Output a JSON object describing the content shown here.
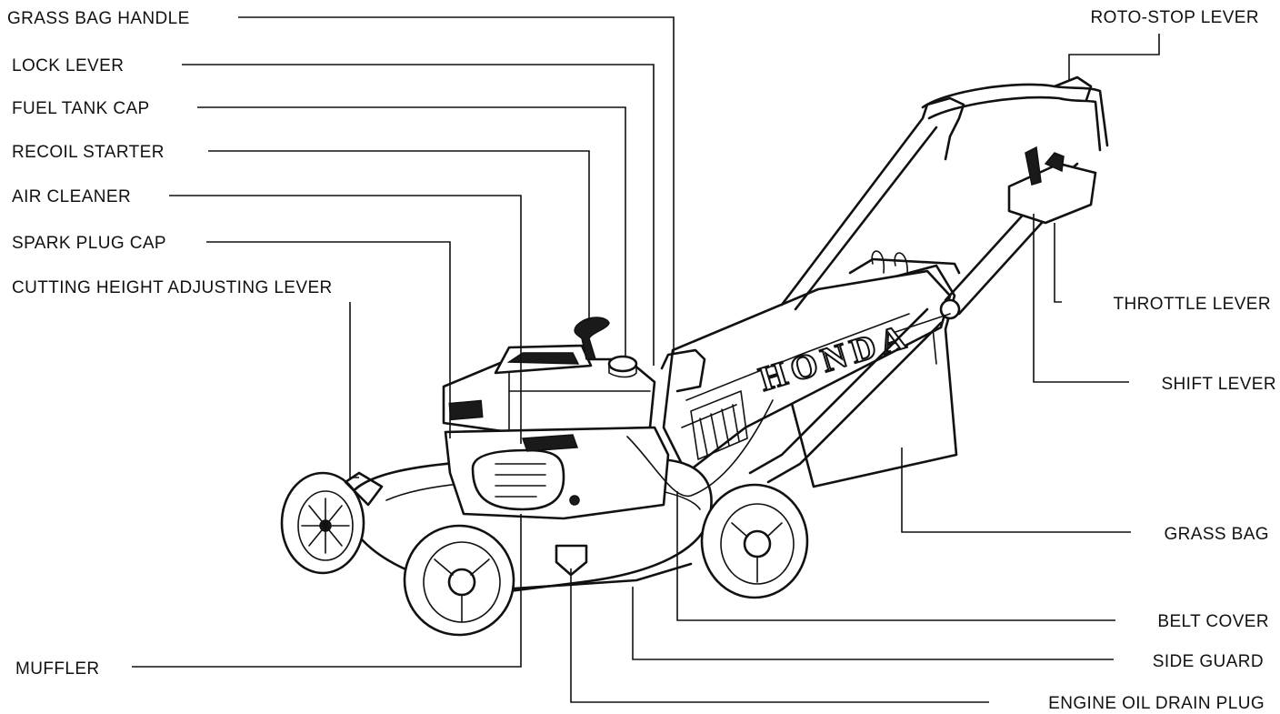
{
  "labels": {
    "grass_bag_handle": "GRASS BAG HANDLE",
    "lock_lever": "LOCK LEVER",
    "fuel_tank_cap": "FUEL TANK CAP",
    "recoil_starter": "RECOIL STARTER",
    "air_cleaner": "AIR CLEANER",
    "spark_plug_cap": "SPARK PLUG CAP",
    "cutting_height_adjusting_lever": "CUTTING HEIGHT ADJUSTING LEVER",
    "muffler": "MUFFLER",
    "roto_stop_lever": "ROTO-STOP LEVER",
    "throttle_lever": "THROTTLE LEVER",
    "shift_lever": "SHIFT LEVER",
    "grass_bag": "GRASS BAG",
    "belt_cover": "BELT COVER",
    "side_guard": "SIDE GUARD",
    "engine_oil_drain_plug": "ENGINE OIL DRAIN PLUG"
  },
  "brand_mark": "HONDA",
  "colors": {
    "ink": "#111111",
    "background": "#ffffff"
  }
}
